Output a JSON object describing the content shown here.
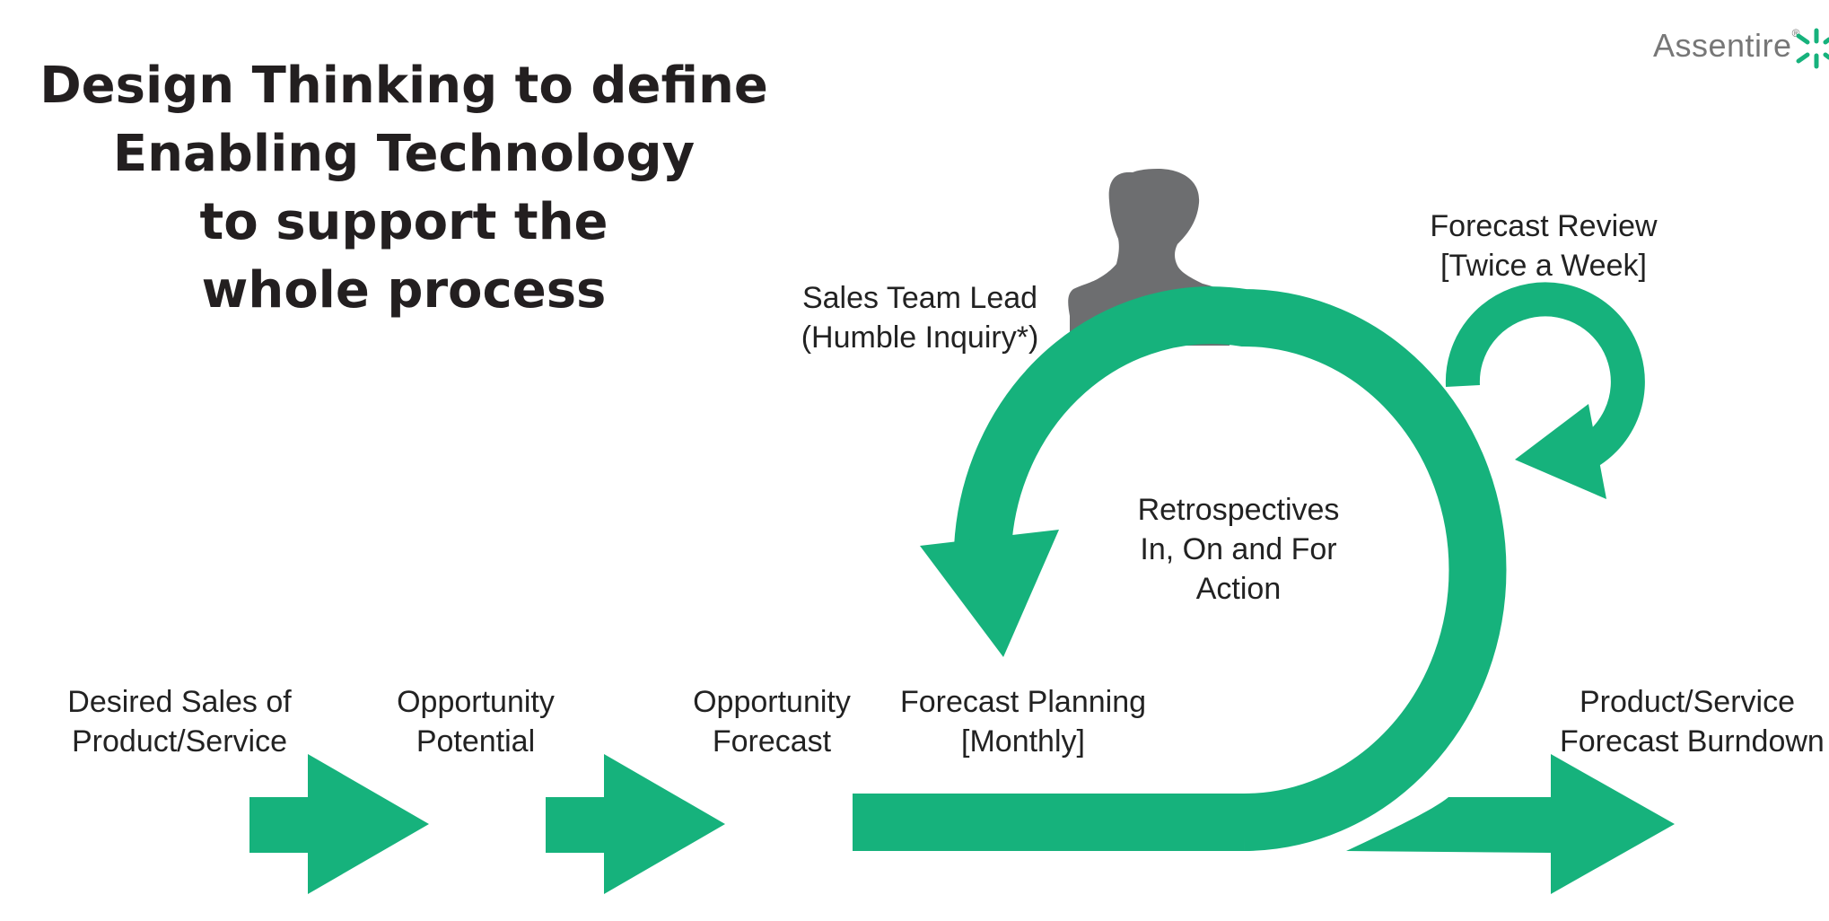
{
  "title": {
    "line1": "Design Thinking to define",
    "line2": "Enabling Technology",
    "line3": "to support the",
    "line4": "whole process"
  },
  "logo": {
    "text": "Assentire",
    "mark": "®"
  },
  "labels": {
    "desired_sales": {
      "line1": "Desired Sales of",
      "line2": "Product/Service"
    },
    "opportunity_potential": {
      "line1": "Opportunity",
      "line2": "Potential"
    },
    "opportunity_forecast": {
      "line1": "Opportunity",
      "line2": "Forecast"
    },
    "forecast_planning": {
      "line1": "Forecast Planning",
      "line2": "[Monthly]"
    },
    "product_burndown": {
      "line1": "Product/Service",
      "line2": "Forecast Burndown"
    },
    "sales_team_lead": {
      "line1": "Sales Team Lead",
      "line2": "(Humble Inquiry*)"
    },
    "forecast_review": {
      "line1": "Forecast Review",
      "line2": "[Twice a Week]"
    },
    "retrospectives": {
      "line1": "Retrospectives",
      "line2": "In, On and For",
      "line3": "Action"
    }
  },
  "colors": {
    "accent": "#16b27c",
    "silhouette": "#6d6e70",
    "title": "#231f20"
  },
  "icons": {
    "person": "person-silhouette-icon",
    "logo_mark": "asterisk-logo-icon"
  }
}
